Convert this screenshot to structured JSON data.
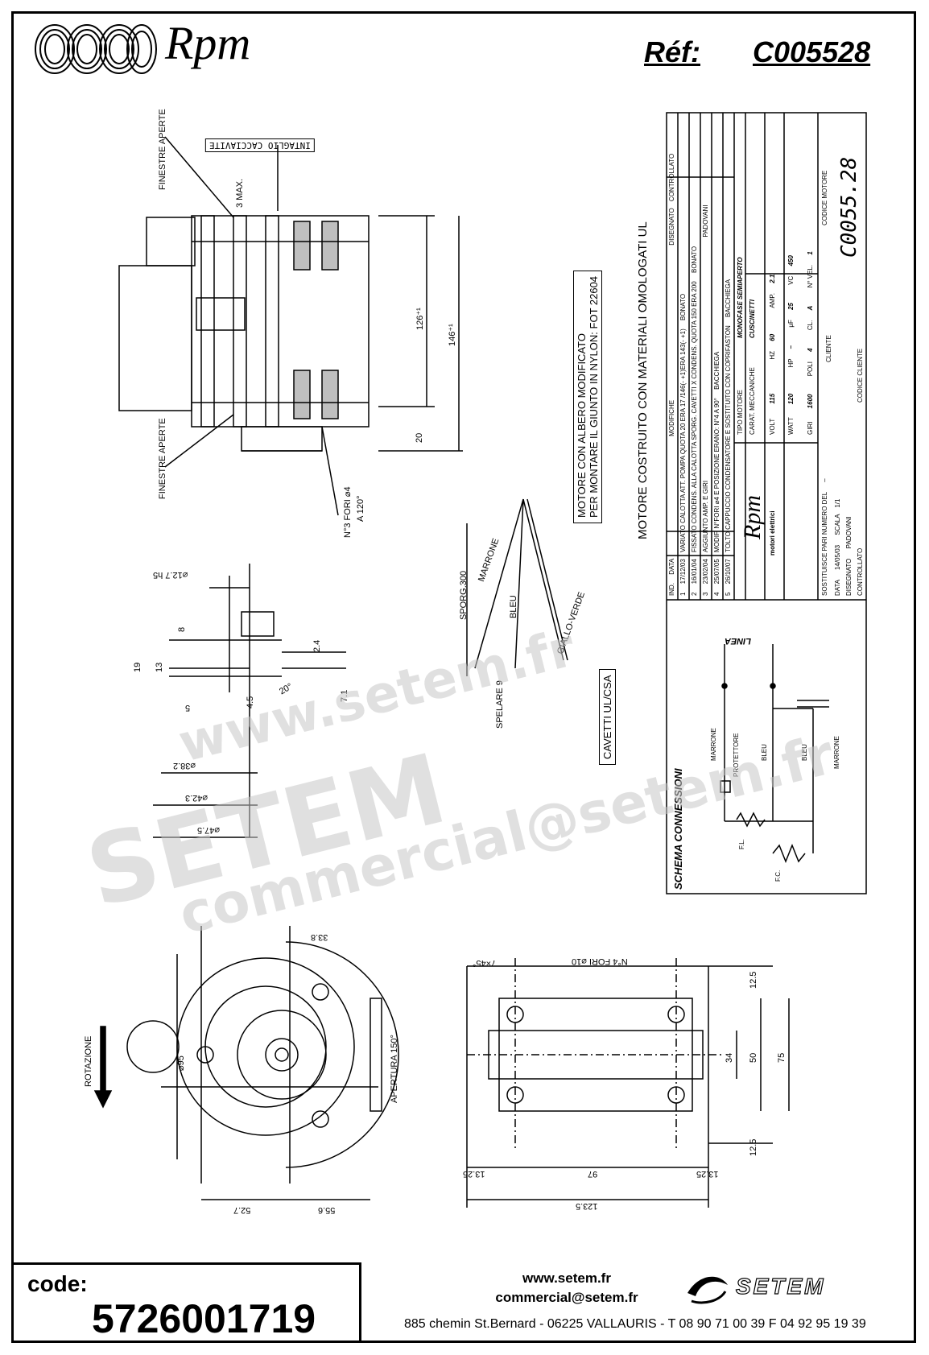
{
  "header": {
    "brand": "Rpm",
    "ref_label": "Réf:",
    "ref_value": "C005528"
  },
  "drawing": {
    "labels": {
      "finestre_aperte_top": "FINESTRE APERTE",
      "finestre_aperte_bottom": "FINESTRE APERTE",
      "intaglio": "INTAGLIO CACCIAVITE",
      "max3": "3 MAX.",
      "fori": "N°3 FORI ⌀4",
      "a120": "A 120°",
      "d126": "126⁺¹",
      "d146": "146⁺¹",
      "d20": "20",
      "albero": "MOTORE CON ALBERO MODIFICATO",
      "giunto": "PER MONTARE IL GIUNTO IN NYLON: FOT 22604",
      "ul": "MOTORE COSTRUITO CON MATERIALI OMOLOGATI UL",
      "cavetti": "CAVETTI UL/CSA",
      "sporg": "SPORG.300",
      "marrone": "MARRONE",
      "bleu": "BLEU",
      "giallo_verde": "GIALLO-VERDE",
      "spelare": "SPELARE 9",
      "d12_7": "⌀12.7 h5",
      "d38_2": "⌀38.2",
      "d42_3": "⌀42.3",
      "d47_5": "⌀47.5",
      "d8": "8",
      "d19": "19",
      "d13": "13",
      "d5": "5",
      "d4_5": "4.5",
      "d2_4": "2.4",
      "d7_1": "7.1",
      "a20": "20°",
      "schema": "SCHEMA CONNESSIONI",
      "linea": "LINEA",
      "protettore": "PROTETTORE",
      "fl": "F.L.",
      "fc": "F.C.",
      "rotazione": "ROTAZIONE",
      "d95": "⌀95",
      "apertura": "APERTURA 150°",
      "d33_8": "33.8",
      "d52_7": "52.7",
      "d55_6": "55.6",
      "fori4": "N°4 FORI ⌀10",
      "chamfer": "7×45°",
      "d12_5a": "12.5",
      "d12_5b": "12.5",
      "d34": "34",
      "d50": "50",
      "d75": "75",
      "d97": "97",
      "d13_25a": "13.25",
      "d13_25b": "13.25",
      "d123_5": "123.5"
    }
  },
  "title_block": {
    "revisions": [
      {
        "ind": "5",
        "data": "26/10/07",
        "text": "TOLTO CAPPUCCIO CONDENSATORE E SOSTITUITO CON COPRIFASTON",
        "sig": "BACCHIEGA"
      },
      {
        "ind": "4",
        "data": "25/07/05",
        "text": "MODIF. N°FORI ⌀4 E POSIZIONE ERANO: N°4 A 90°",
        "sig": "BACCHIEGA"
      },
      {
        "ind": "3",
        "data": "23/02/04",
        "text": "AGGIUNTO AMP. E GIRI",
        "sig": "PADOVANI"
      },
      {
        "ind": "2",
        "data": "16/01/04",
        "text": "FISSATO CONDENS. ALLA CALOTTA SPORG. CAVETTI X CONDENS. QUOTA 150 ERA 200",
        "sig": "BONATO"
      },
      {
        "ind": "1",
        "data": "17/12/03",
        "text": "VARIATO CALOTTA ATT. POMPA QUOTA 20 ERA 17 /146(- +1)ERA 143(- +1)",
        "sig": "BONATO"
      }
    ],
    "rev_header": {
      "ind": "IND.",
      "data": "DATA",
      "modifiche": "MODIFICHE",
      "disegnato": "DISEGNATO",
      "controllato": "CONTROLLATO"
    },
    "brand": "Rpm",
    "brand_sub": "motori elettrici",
    "tipo_label": "TIPO MOTORE",
    "tipo_value": "MONOFASE SEMIAPERTO",
    "carat_label": "CARAT. MECCANICHE",
    "carat_value": "CUSCINETTI",
    "specs": [
      {
        "label": "VOLT",
        "value": "115",
        "label2": "HZ",
        "value2": "60",
        "label3": "AMP.",
        "value3": "2.1"
      },
      {
        "label": "WATT",
        "value": "120",
        "label2": "HP",
        "value2": "–",
        "label3": "μF",
        "value3": "25",
        "label4": "VC",
        "value4": "450"
      },
      {
        "label": "GIRI",
        "value": "1600",
        "label2": "POLI",
        "value2": "4",
        "label3": "CL.",
        "value3": "A",
        "label4": "N° VEL.",
        "value4": "1"
      }
    ],
    "sostituisce": "SOSTITUISCE PARI NUMERO DEL",
    "sostituisce_val": "–",
    "data_label": "DATA",
    "data_value": "14/05/03",
    "scala_label": "SCALA",
    "scala_value": "1/1",
    "disegnato_label": "DISEGNATO",
    "disegnato_value": "PADOVANI",
    "controllato_label": "CONTROLLATO",
    "cliente_label": "CLIENTE",
    "codice_cliente_label": "CODICE CLIENTE",
    "codice_motore_label": "CODICE MOTORE",
    "codice_motore_value": "C0055.28"
  },
  "watermark": {
    "line1": "www.setem.fr",
    "line2": "SETEM",
    "line3": "commercial@setem.fr"
  },
  "footer": {
    "code_label": "code:",
    "code_value": "5726001719",
    "web": "www.setem.fr",
    "email": "commercial@setem.fr",
    "address": "885 chemin St.Bernard  -  06225 VALLAURIS  -  T 08 90 71 00 39   F 04 92 95 19 39",
    "brand": "SETEM"
  },
  "colors": {
    "line": "#000000",
    "watermark": "#c8c8c8"
  }
}
